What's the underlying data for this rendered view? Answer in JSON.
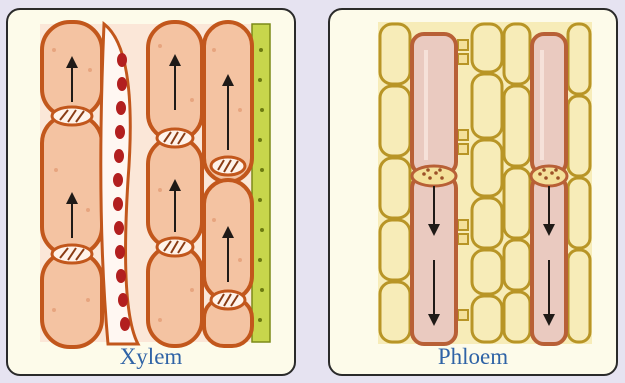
{
  "panels": [
    {
      "id": "xylem",
      "caption": "Xylem",
      "flow_direction": "upward",
      "colors": {
        "cell_fill": "#f4c3a2",
        "cell_wall": "#c2571c",
        "sieve_bead": "#b21f1f",
        "green_strip": "#c7d64c"
      }
    },
    {
      "id": "phloem",
      "caption": "Phloem",
      "flow_direction": "downward",
      "colors": {
        "sieve_tube_fill": "#eacac0",
        "sieve_tube_wall": "#b86036",
        "companion_cell_fill": "#f7ecb8",
        "companion_cell_wall": "#b89526"
      }
    }
  ],
  "colors": {
    "page_background": "#e6e3f1",
    "panel_background": "#fdfbea",
    "panel_border": "#2a2a2a",
    "caption_text": "#2f63a6"
  }
}
